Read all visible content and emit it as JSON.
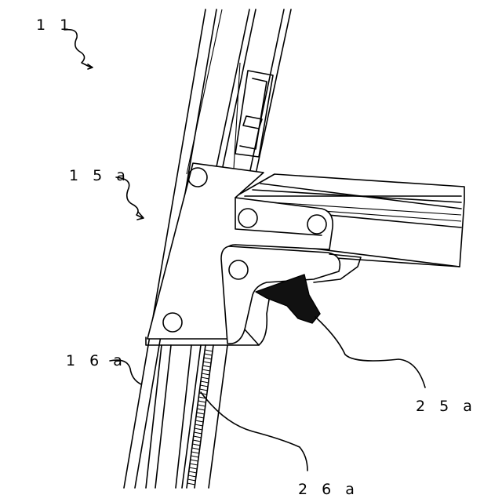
{
  "labels": {
    "ref_11": "1 1",
    "ref_15a": "1 5 a",
    "ref_16a": "1 6 a",
    "ref_25a": "2 5 a",
    "ref_26a": "2 6 a"
  }
}
